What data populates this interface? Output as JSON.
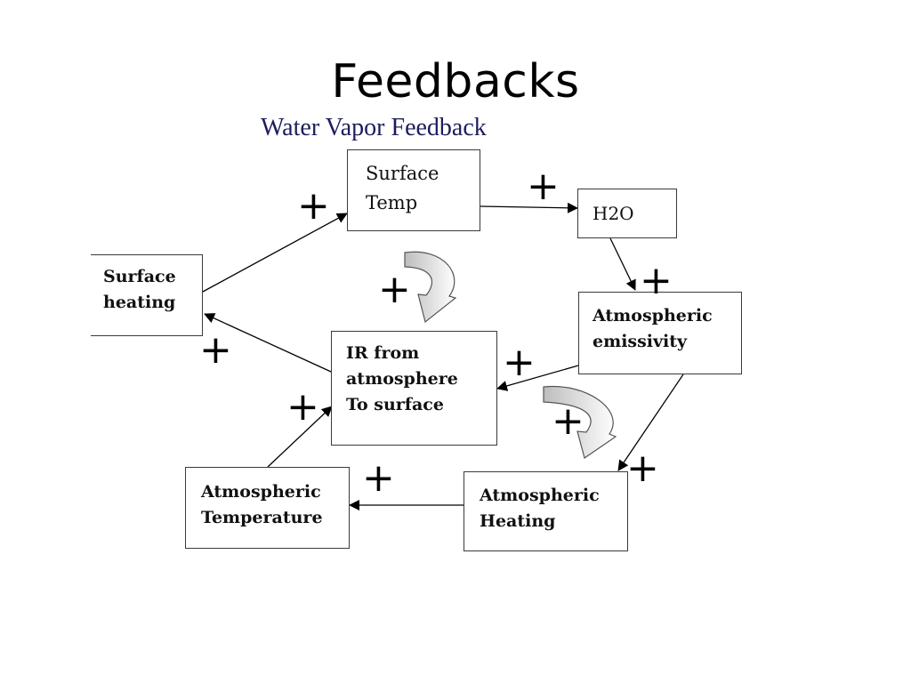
{
  "slide": {
    "title": "Feedbacks"
  },
  "diagram": {
    "title": "Water Vapor Feedback",
    "nodes": {
      "surface_heating": "Surface\nheating",
      "surface_temp": "Surface\nTemp",
      "h2o": "H2O",
      "atmospheric_emissivity": "Atmospheric\nemissivity",
      "ir_from_atmosphere": "IR from\natmosphere\nTo surface",
      "atmospheric_temperature": "Atmospheric\nTemperature",
      "atmospheric_heating": "Atmospheric\nHeating"
    },
    "sign": "+"
  }
}
